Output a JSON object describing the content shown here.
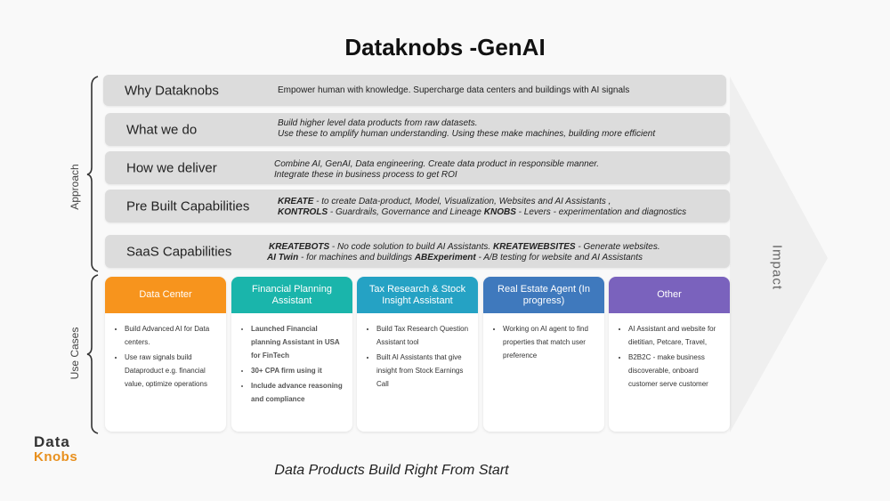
{
  "title": "Dataknobs -GenAI",
  "side_labels": {
    "approach": "Approach",
    "use_cases": "Use Cases"
  },
  "impact": "Impact",
  "rows": {
    "why": {
      "label": "Why Dataknobs",
      "line1": "Empower human with knowledge. Supercharge data centers and buildings with AI signals"
    },
    "what": {
      "label": "What we do",
      "line1": "Build  higher level data products from raw datasets.",
      "line2": "Use these to amplify human understanding. Using these make machines, building more efficient"
    },
    "how": {
      "label": "How we deliver",
      "line1": "Combine AI, GenAI, Data engineering. Create data product in responsible manner.",
      "line2": "Integrate these in business process to get ROI"
    },
    "prebuilt": {
      "label": "Pre Built Capabilities",
      "kreate": "KREATE",
      "kreate_desc": "  - to create Data-product, Model, Visualization, Websites and AI Assistants  ,",
      "kontrols": "KONTROLS",
      "kontrols_desc": " - Guardrails, Governance and Lineage  ",
      "knobs": "KNOBS",
      "knobs_desc": " - Levers - experimentation and diagnostics"
    },
    "saas": {
      "label": "SaaS Capabilities",
      "kreatebots": "KREATEBOTS",
      "kreatebots_desc": "  - No code solution to build AI Assistants.    ",
      "kreatewebsites": "KREATEWEBSITES",
      "kreatewebsites_desc": "  - Generate websites.",
      "aitwin": "AI Twin",
      "aitwin_desc": " - for machines and buildings    ",
      "abexp": "ABExperiment",
      "abexp_desc": "  - A/B testing for website and AI Assistants"
    }
  },
  "cards": [
    {
      "title": "Data Center",
      "color": "#f7941d",
      "bullets": [
        "Build Advanced AI for Data centers.",
        "Use raw signals build Dataproduct e.g. financial value, optimize operations"
      ]
    },
    {
      "title": "Financial Planning Assistant",
      "color": "#1ab5ab",
      "bullets": [
        "Launched Financial planning Assistant in USA for FinTech",
        "30+ CPA firm using it",
        "Include advance reasoning and compliance"
      ]
    },
    {
      "title": "Tax Research & Stock Insight Assistant",
      "color": "#25a2c4",
      "bullets": [
        "Build Tax Research Question Assistant tool",
        "Built AI Assistants that give insight from Stock Earnings Call"
      ]
    },
    {
      "title": "Real Estate Agent (In progress)",
      "color": "#3f79bd",
      "bullets": [
        "Working on AI agent to find properties that match user preference"
      ]
    },
    {
      "title": "Other",
      "color": "#7a62bd",
      "bullets": [
        "AI Assistant and website for dietitian, Petcare, Travel,",
        "B2B2C - make business discoverable, onboard customer serve customer"
      ]
    }
  ],
  "footer": "Data Products Build Right From Start",
  "logo": {
    "top": "Data",
    "bottom": "Knobs"
  }
}
